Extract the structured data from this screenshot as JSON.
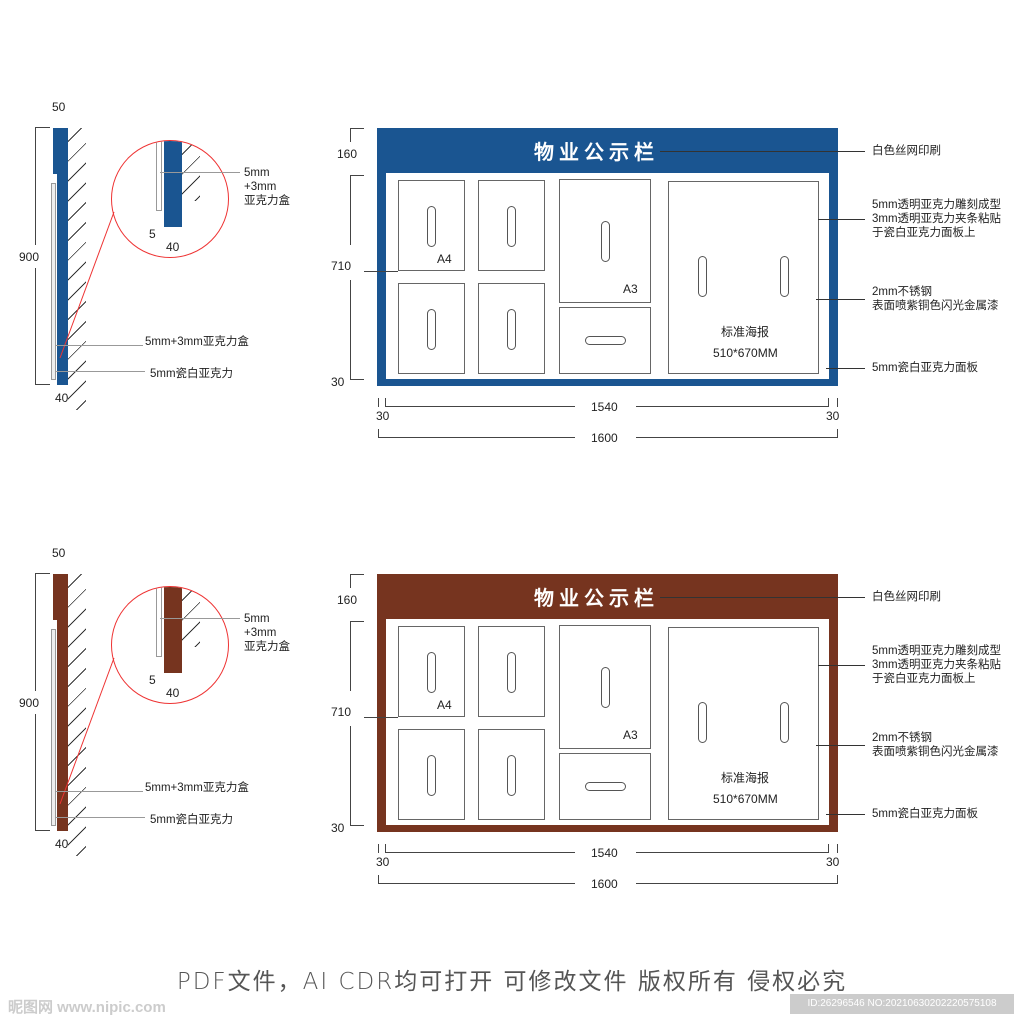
{
  "variants": [
    {
      "name": "blue",
      "color": "#1a5591"
    },
    {
      "name": "brown",
      "color": "#76341f"
    }
  ],
  "side_view": {
    "dim_top": "50",
    "dim_height": "900",
    "dim_bottom": "40",
    "detail_label": [
      "5mm",
      "+3mm",
      "亚克力盒"
    ],
    "detail_dim_5": "5",
    "detail_dim_40": "40",
    "label_box": "5mm+3mm亚克力盒",
    "label_panel": "5mm瓷白亚克力"
  },
  "front": {
    "title": "物业公示栏",
    "a4_label": "A4",
    "a3_label": "A3",
    "poster_label": "标准海报",
    "poster_size": "510*670MM",
    "dim_left": [
      "160",
      "710",
      "30"
    ],
    "dim_bottom": {
      "left": "30",
      "inner": "1540",
      "right": "30",
      "total": "1600"
    }
  },
  "callouts": {
    "c1": "白色丝网印刷",
    "c2": [
      "5mm透明亚克力雕刻成型",
      "3mm透明亚克力夹条粘贴",
      "于瓷白亚克力面板上"
    ],
    "c3": [
      "2mm不锈钢",
      "表面喷紫铜色闪光金属漆"
    ],
    "c4": "5mm瓷白亚克力面板"
  },
  "footer": {
    "note": "PDF文件，AI  CDR均可打开  可修改文件   版权所有 侵权必究",
    "watermark": "昵图网 www.nipic.com",
    "id": "ID:26296546 NO:20210630202220575108"
  }
}
